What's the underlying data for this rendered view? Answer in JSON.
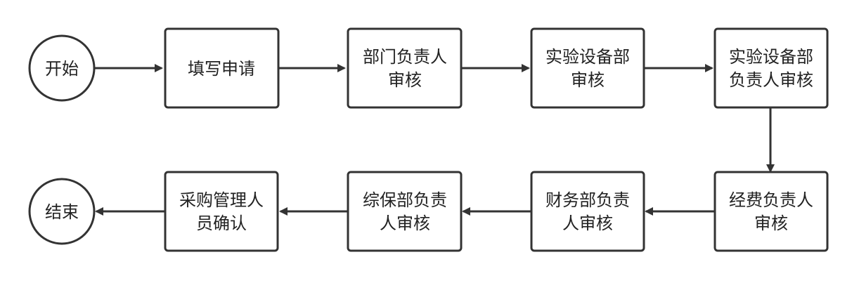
{
  "nodes": {
    "start": {
      "label": "开始",
      "shape": "circle"
    },
    "fill_application": {
      "lines": [
        "填写申请"
      ]
    },
    "dept_head_review": {
      "lines": [
        "部门负责人",
        "审核"
      ]
    },
    "lab_equipment_dept_review": {
      "lines": [
        "实验设备部",
        "审核"
      ]
    },
    "lab_equipment_head_review": {
      "lines": [
        "实验设备部",
        "负责人审核"
      ]
    },
    "funding_head_review": {
      "lines": [
        "经费负责人",
        "审核"
      ]
    },
    "finance_head_review": {
      "lines": [
        "财务部负责",
        "人审核"
      ]
    },
    "general_security_head_review": {
      "lines": [
        "综保部负责",
        "人审核"
      ]
    },
    "procurement_confirm": {
      "lines": [
        "采购管理人",
        "员确认"
      ]
    },
    "end": {
      "label": "结束",
      "shape": "circle"
    }
  },
  "edges": [
    [
      "start",
      "fill_application"
    ],
    [
      "fill_application",
      "dept_head_review"
    ],
    [
      "dept_head_review",
      "lab_equipment_dept_review"
    ],
    [
      "lab_equipment_dept_review",
      "lab_equipment_head_review"
    ],
    [
      "lab_equipment_head_review",
      "funding_head_review"
    ],
    [
      "funding_head_review",
      "finance_head_review"
    ],
    [
      "finance_head_review",
      "general_security_head_review"
    ],
    [
      "general_security_head_review",
      "procurement_confirm"
    ],
    [
      "procurement_confirm",
      "end"
    ]
  ],
  "colors": {
    "stroke": "#333333",
    "fill": "#ffffff",
    "text": "#222222"
  }
}
